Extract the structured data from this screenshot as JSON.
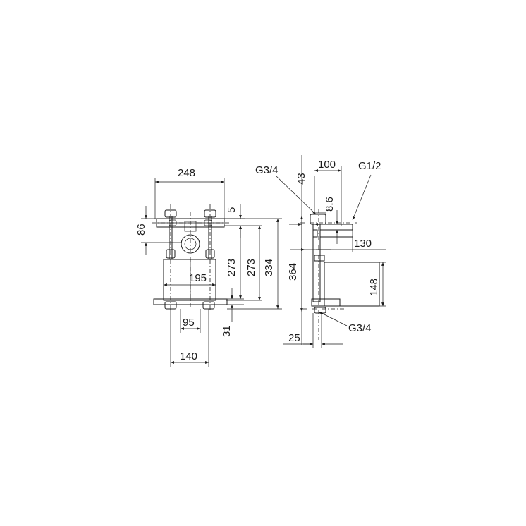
{
  "front_view": {
    "width_overall": "248",
    "height_top_offset": "86",
    "gap_top": "5",
    "height_a": "273",
    "height_b": "273",
    "height_c": "334",
    "width_outlets": "195",
    "width_inlets": "95",
    "width_base": "140",
    "height_bottom": "31"
  },
  "side_view": {
    "thread_top_left": "G3/4",
    "depth_top": "43",
    "depth_100": "100",
    "thread_top_right": "G1/2",
    "offset_8_6": "8.6",
    "depth_130": "130",
    "height_364": "364",
    "height_148": "148",
    "depth_25": "25",
    "thread_bottom": "G3/4"
  }
}
